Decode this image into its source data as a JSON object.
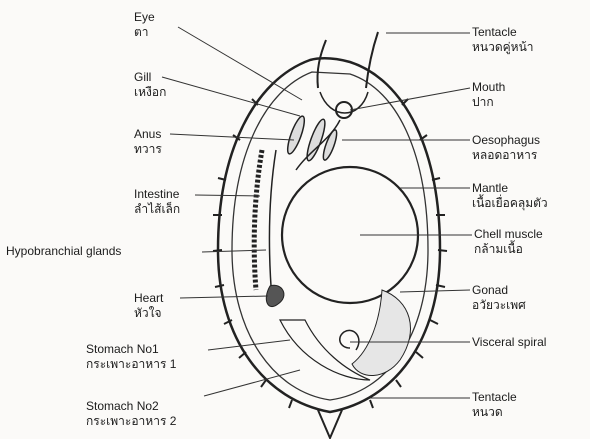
{
  "labels": {
    "eye": {
      "en": "Eye",
      "th": "ตา"
    },
    "gill": {
      "en": "Gill",
      "th": "เหงือก"
    },
    "anus": {
      "en": "Anus",
      "th": "ทวาร"
    },
    "intestine": {
      "en": "Intestine",
      "th": "ลำไส้เล็ก"
    },
    "hypobranchial": {
      "en": "Hypobranchial   glands"
    },
    "heart": {
      "en": "Heart",
      "th": "หัวใจ"
    },
    "stomach1": {
      "en": "Stomach  No1",
      "th": "กระเพาะอาหาร  1"
    },
    "stomach2": {
      "en": "Stomach  No2",
      "th": "กระเพาะอาหาร  2"
    },
    "tentacle_top": {
      "en": "Tentacle",
      "th": "หนวดคู่หน้า"
    },
    "mouth": {
      "en": "Mouth",
      "th": "ปาก"
    },
    "oesophagus": {
      "en": "Oesophagus",
      "th": "หลอดอาหาร"
    },
    "mantle": {
      "en": "Mantle",
      "th": "เนื้อเยื่อคลุมตัว"
    },
    "shell_muscle": {
      "en": "Chell muscle",
      "th": "กล้ามเนื้อ"
    },
    "gonad": {
      "en": "Gonad",
      "th": "อวัยวะเพศ"
    },
    "visceral": {
      "en": "Visceral  spiral"
    },
    "tentacle_bottom": {
      "en": "Tentacle",
      "th": "หนวด"
    }
  }
}
